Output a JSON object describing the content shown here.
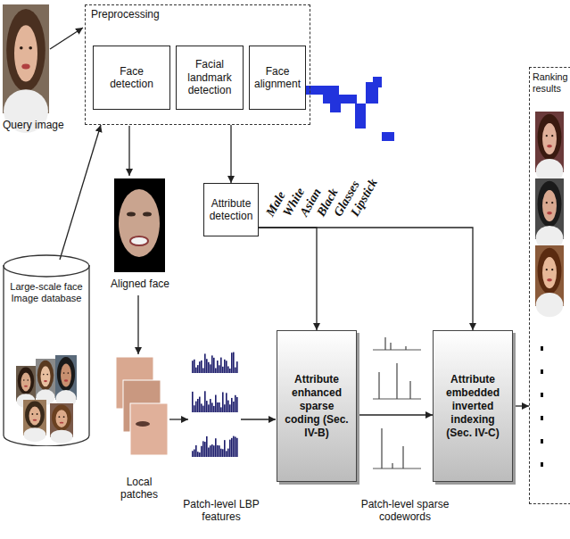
{
  "diagram": {
    "nodes": [
      {
        "text": [
          "Preprocessing"
        ]
      },
      {
        "text": [
          "Face detection"
        ],
        "in": 0
      },
      {
        "text": [
          "Facial landmark detection"
        ],
        "in": 0
      },
      {
        "text": [
          "Face alignment"
        ],
        "in": 0
      },
      {
        "text": [
          "Ranking results"
        ]
      },
      {
        "text": [
          "Attribute detection"
        ]
      },
      {
        "text": [
          "Large-scale face Image database"
        ]
      },
      {
        "text": [
          "Attribute enhanced sparse coding (Sec. IV-B)"
        ]
      },
      {
        "text": [
          "Attribute embedded inverted indexing (Sec. IV-C)"
        ]
      }
    ],
    "edges": [
      {
        "from": 6,
        "to": 0,
        "arrow": "to"
      },
      {
        "from": 0,
        "to": 5,
        "arrow": "to"
      },
      {
        "from": 5,
        "to": 7,
        "arrow": "to"
      },
      {
        "from": 5,
        "to": 8,
        "arrow": "to"
      },
      {
        "from": 7,
        "to": 8,
        "arrow": "to"
      },
      {
        "from": 8,
        "to": 4,
        "arrow": "to"
      }
    ],
    "labels": [
      "Query image",
      "Aligned face",
      "Male",
      "White",
      "Asian",
      "Black",
      "Glasses",
      "Lipstick",
      "Local patches",
      "Patch-level LBP features",
      "Patch-level sparse codewords"
    ]
  }
}
